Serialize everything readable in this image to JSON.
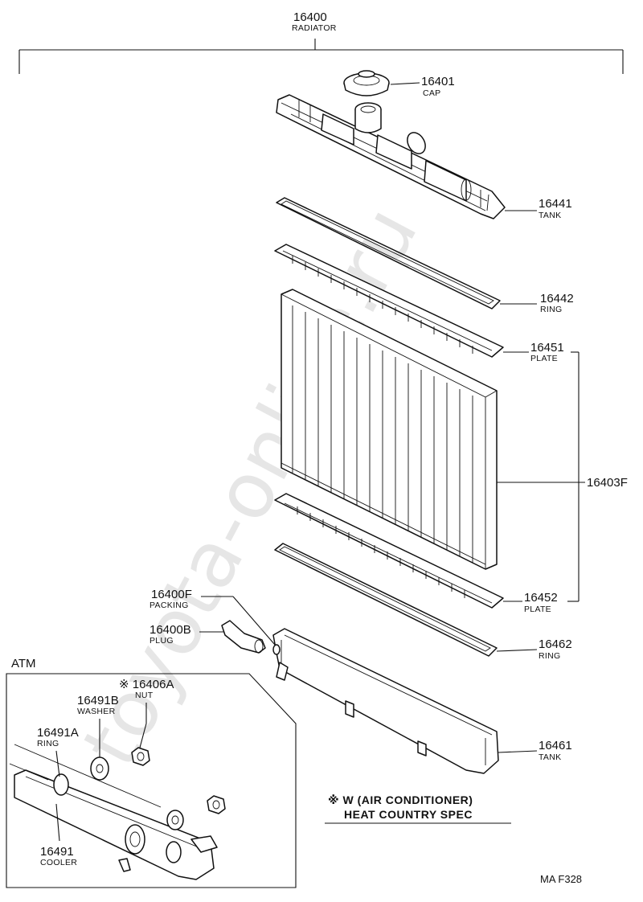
{
  "parts": {
    "p16400": {
      "number": "16400",
      "label": "RADIATOR"
    },
    "p16401": {
      "number": "16401",
      "label": "CAP"
    },
    "p16441": {
      "number": "16441",
      "label": "TANK"
    },
    "p16442": {
      "number": "16442",
      "label": "RING"
    },
    "p16451": {
      "number": "16451",
      "label": "PLATE"
    },
    "p16403F": {
      "number": "16403F",
      "label": ""
    },
    "p16452": {
      "number": "16452",
      "label": "PLATE"
    },
    "p16400F": {
      "number": "16400F",
      "label": "PACKING"
    },
    "p16400B": {
      "number": "16400B",
      "label": "PLUG"
    },
    "p16462": {
      "number": "16462",
      "label": "RING"
    },
    "p16461": {
      "number": "16461",
      "label": "TANK"
    },
    "p16406A": {
      "number": "※ 16406A",
      "label": "NUT"
    },
    "p16491B": {
      "number": "16491B",
      "label": "WASHER"
    },
    "p16491A": {
      "number": "16491A",
      "label": "RING"
    },
    "p16491": {
      "number": "16491",
      "label": "COOLER"
    }
  },
  "inset_label": "ATM",
  "note": {
    "line1": "※ W (AIR  CONDITIONER)",
    "line2": "HEAT COUNTRY SPEC"
  },
  "figure_code": "MA  F328",
  "watermark": "toyota-online.ru"
}
